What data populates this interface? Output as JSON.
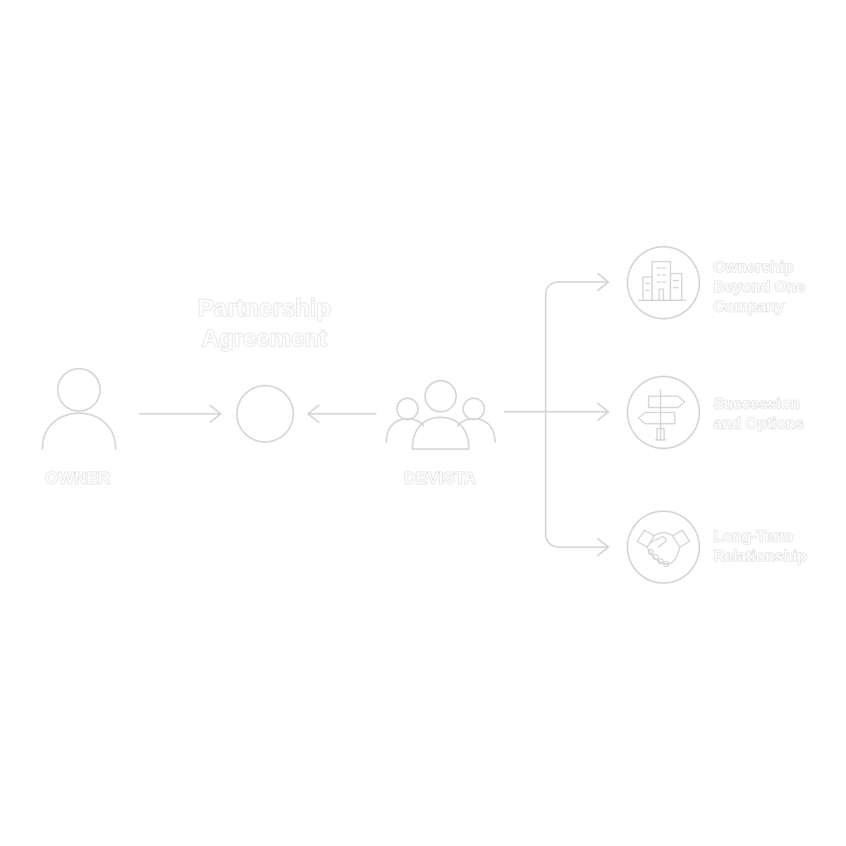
{
  "title": {
    "line1": "Partnership",
    "line2": "Agreement"
  },
  "nodes": {
    "owner": {
      "label": "OWNER",
      "icon": "person-icon"
    },
    "agreement": {
      "icon": "circle-icon"
    },
    "devista": {
      "label": "DEVISTA",
      "icon": "group-icon"
    }
  },
  "outcomes": [
    {
      "icon": "building-icon",
      "lines": [
        "Ownership",
        "Beyond One",
        "Company"
      ]
    },
    {
      "icon": "signpost-icon",
      "lines": [
        "Succession",
        "and Options"
      ]
    },
    {
      "icon": "handshake-icon",
      "lines": [
        "Long-Term",
        "Relationship"
      ]
    }
  ],
  "colors": {
    "background": "#ffffff",
    "line": "#d4d4d4",
    "text_outline": "#cfcfcf"
  }
}
